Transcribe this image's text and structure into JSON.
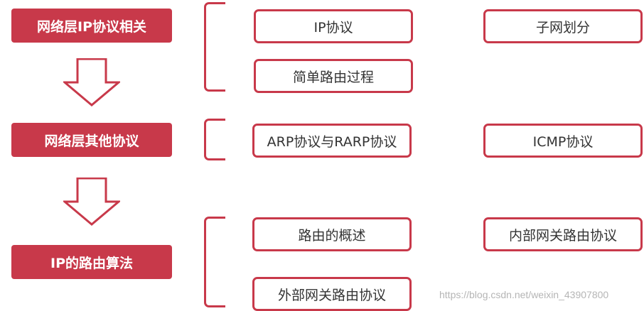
{
  "colors": {
    "accent": "#c8394a",
    "text": "#333333"
  },
  "categories": [
    {
      "label": "网络层IP协议相关"
    },
    {
      "label": "网络层其他协议"
    },
    {
      "label": "IP的路由算法"
    }
  ],
  "items": [
    {
      "label": "IP协议"
    },
    {
      "label": "子网划分"
    },
    {
      "label": "简单路由过程"
    },
    {
      "label": "ARP协议与RARP协议"
    },
    {
      "label": "ICMP协议"
    },
    {
      "label": "路由的概述"
    },
    {
      "label": "内部网关路由协议"
    },
    {
      "label": "外部网关路由协议"
    }
  ],
  "watermark": "https://blog.csdn.net/weixin_43907800"
}
